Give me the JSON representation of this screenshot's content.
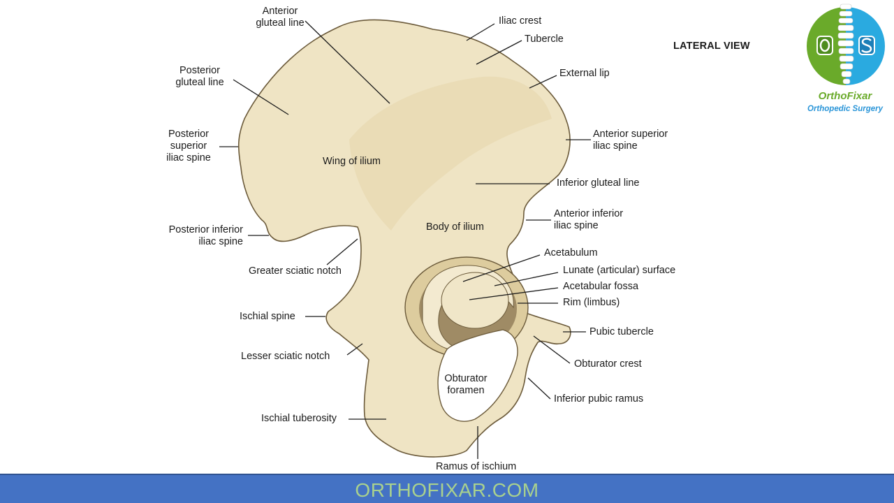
{
  "view_title": "LATERAL VIEW",
  "brand": {
    "name": "OrthoFixar",
    "subtitle": "Orthopedic Surgery",
    "footer": "ORTHOFIXAR.COM",
    "colors": {
      "green": "#6aaa2a",
      "blue": "#2a95d8",
      "footer_bg": "#4472c4",
      "footer_text": "#a9d18e"
    }
  },
  "labels": {
    "anterior_gluteal_line": "Anterior\ngluteal line",
    "iliac_crest": "Iliac crest",
    "tubercle": "Tubercle",
    "external_lip": "External lip",
    "posterior_gluteal_line": "Posterior\ngluteal line",
    "posterior_superior_iliac_spine": "Posterior\nsuperior\niliac spine",
    "anterior_superior_iliac_spine": "Anterior superior\niliac spine",
    "wing_of_ilium": "Wing of ilium",
    "inferior_gluteal_line": "Inferior gluteal line",
    "posterior_inferior_iliac_spine": "Posterior inferior\niliac spine",
    "anterior_inferior_iliac_spine": "Anterior inferior\niliac spine",
    "body_of_ilium": "Body of ilium",
    "acetabulum": "Acetabulum",
    "greater_sciatic_notch": "Greater sciatic notch",
    "lunate_surface": "Lunate (articular) surface",
    "acetabular_fossa": "Acetabular fossa",
    "rim": "Rim (limbus)",
    "ischial_spine": "Ischial spine",
    "pubic_tubercle": "Pubic tubercle",
    "lesser_sciatic_notch": "Lesser sciatic notch",
    "obturator_crest": "Obturator crest",
    "obturator_foramen": "Obturator\nforamen",
    "inferior_pubic_ramus": "Inferior pubic ramus",
    "ischial_tuberosity": "Ischial tuberosity",
    "ramus_of_ischium": "Ramus of ischium"
  }
}
